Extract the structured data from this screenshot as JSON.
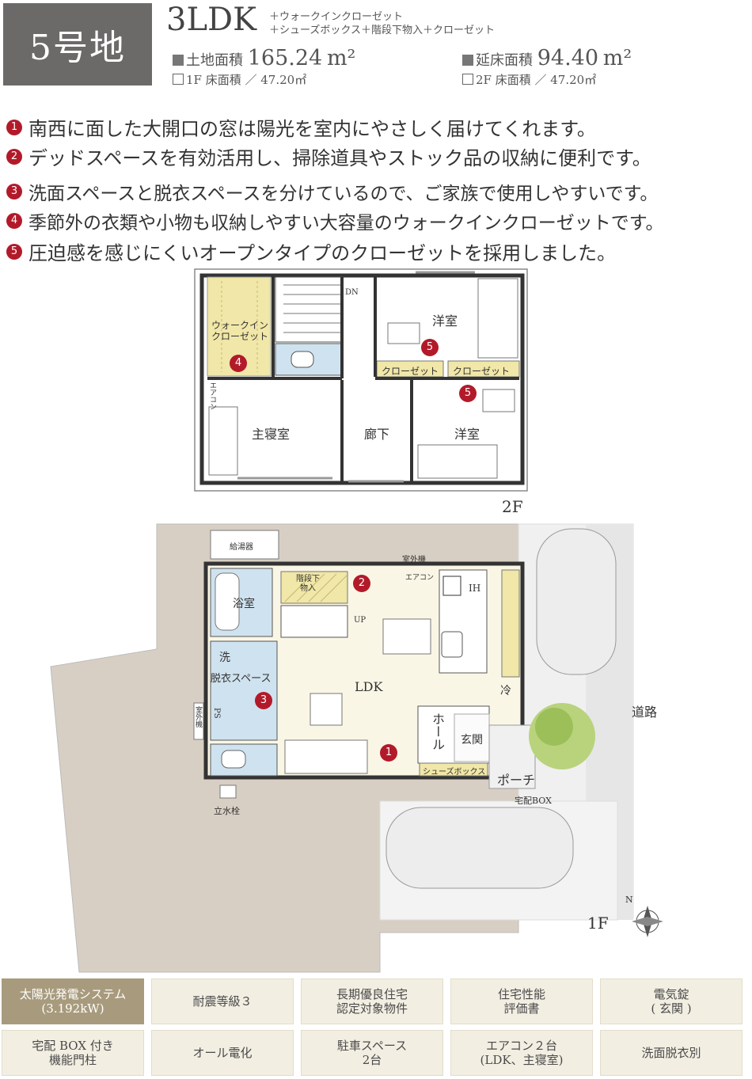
{
  "header": {
    "lot": "5号地",
    "layout": "3LDK",
    "options_line1": "＋ウォークインクローゼット",
    "options_line2": "＋シューズボックス＋階段下物入＋クローゼット",
    "land_label": "土地面積",
    "land_value": "165.24",
    "land_unit": "m²",
    "floor_total_label": "延床面積",
    "floor_total_value": "94.40",
    "floor_total_unit": "m²",
    "floor1_label": "1F 床面積 ／ 47.20㎡",
    "floor2_label": "2F 床面積 ／ 47.20㎡"
  },
  "features": [
    {
      "num": "1",
      "text": "南西に面した大開口の窓は陽光を室内にやさしく届けてくれます。"
    },
    {
      "num": "2",
      "text": "デッドスペースを有効活用し、掃除道具やストック品の収納に便利です。"
    },
    {
      "num": "3",
      "text": "洗面スペースと脱衣スペースを分けているので、ご家族で使用しやすいです。"
    },
    {
      "num": "4",
      "text": "季節外の衣類や小物も収納しやすい大容量のウォークインクローゼットです。"
    },
    {
      "num": "5",
      "text": "圧迫感を感じにくいオープンタイプのクローゼットを採用しました。"
    }
  ],
  "plan2f": {
    "floor": "2F",
    "wic": "ウォークイン\nクローゼット",
    "dn": "DN",
    "aircon": "エアコン",
    "master": "主寝室",
    "hall": "廊下",
    "western1": "洋室",
    "western2": "洋室",
    "closet1": "クローゼット",
    "closet2": "クローゼット",
    "marks": [
      "4",
      "5",
      "5"
    ]
  },
  "plan1f": {
    "floor": "1F",
    "water_heater": "給湯器",
    "outdoor_unit_top": "室外機",
    "outdoor_unit_side": "室外機",
    "under_stair": "階段下\n物入",
    "aircon": "エアコン",
    "ih": "IH",
    "bath": "浴室",
    "up": "UP",
    "wash": "洗",
    "dressing": "脱衣スペース",
    "ps": "PS",
    "ldk": "LDK",
    "fridge": "冷",
    "hall": "ホール",
    "entrance": "玄関",
    "shoebox": "シューズボックス",
    "porch": "ポーチ",
    "delivery_box": "宅配BOX",
    "faucet": "立水栓",
    "road": "道路",
    "north": "N",
    "marks": [
      "2",
      "3",
      "1"
    ]
  },
  "amenities": [
    {
      "label": "太陽光発電システム\n(3.192kW)",
      "highlight": true
    },
    {
      "label": "耐震等級３",
      "highlight": false
    },
    {
      "label": "長期優良住宅\n認定対象物件",
      "highlight": false
    },
    {
      "label": "住宅性能\n評価書",
      "highlight": false
    },
    {
      "label": "電気錠\n( 玄関 )",
      "highlight": false
    },
    {
      "label": "宅配 BOX 付き\n機能門柱",
      "highlight": false
    },
    {
      "label": "オール電化",
      "highlight": false
    },
    {
      "label": "駐車スペース\n2台",
      "highlight": false
    },
    {
      "label": "エアコン２台\n(LDK、主寝室)",
      "highlight": false
    },
    {
      "label": "洗面脱衣別",
      "highlight": false
    }
  ],
  "colors": {
    "accent_red": "#b21a2a",
    "badge_grey": "#6c6a68",
    "highlight_box": "#a89b7d",
    "box_bg": "#f2eee2",
    "lot_bg": "#d8cfc4",
    "wic_yellow": "#f0e7a8",
    "bath_blue": "#cfe2ef",
    "floor_cream": "#faf6e6"
  }
}
